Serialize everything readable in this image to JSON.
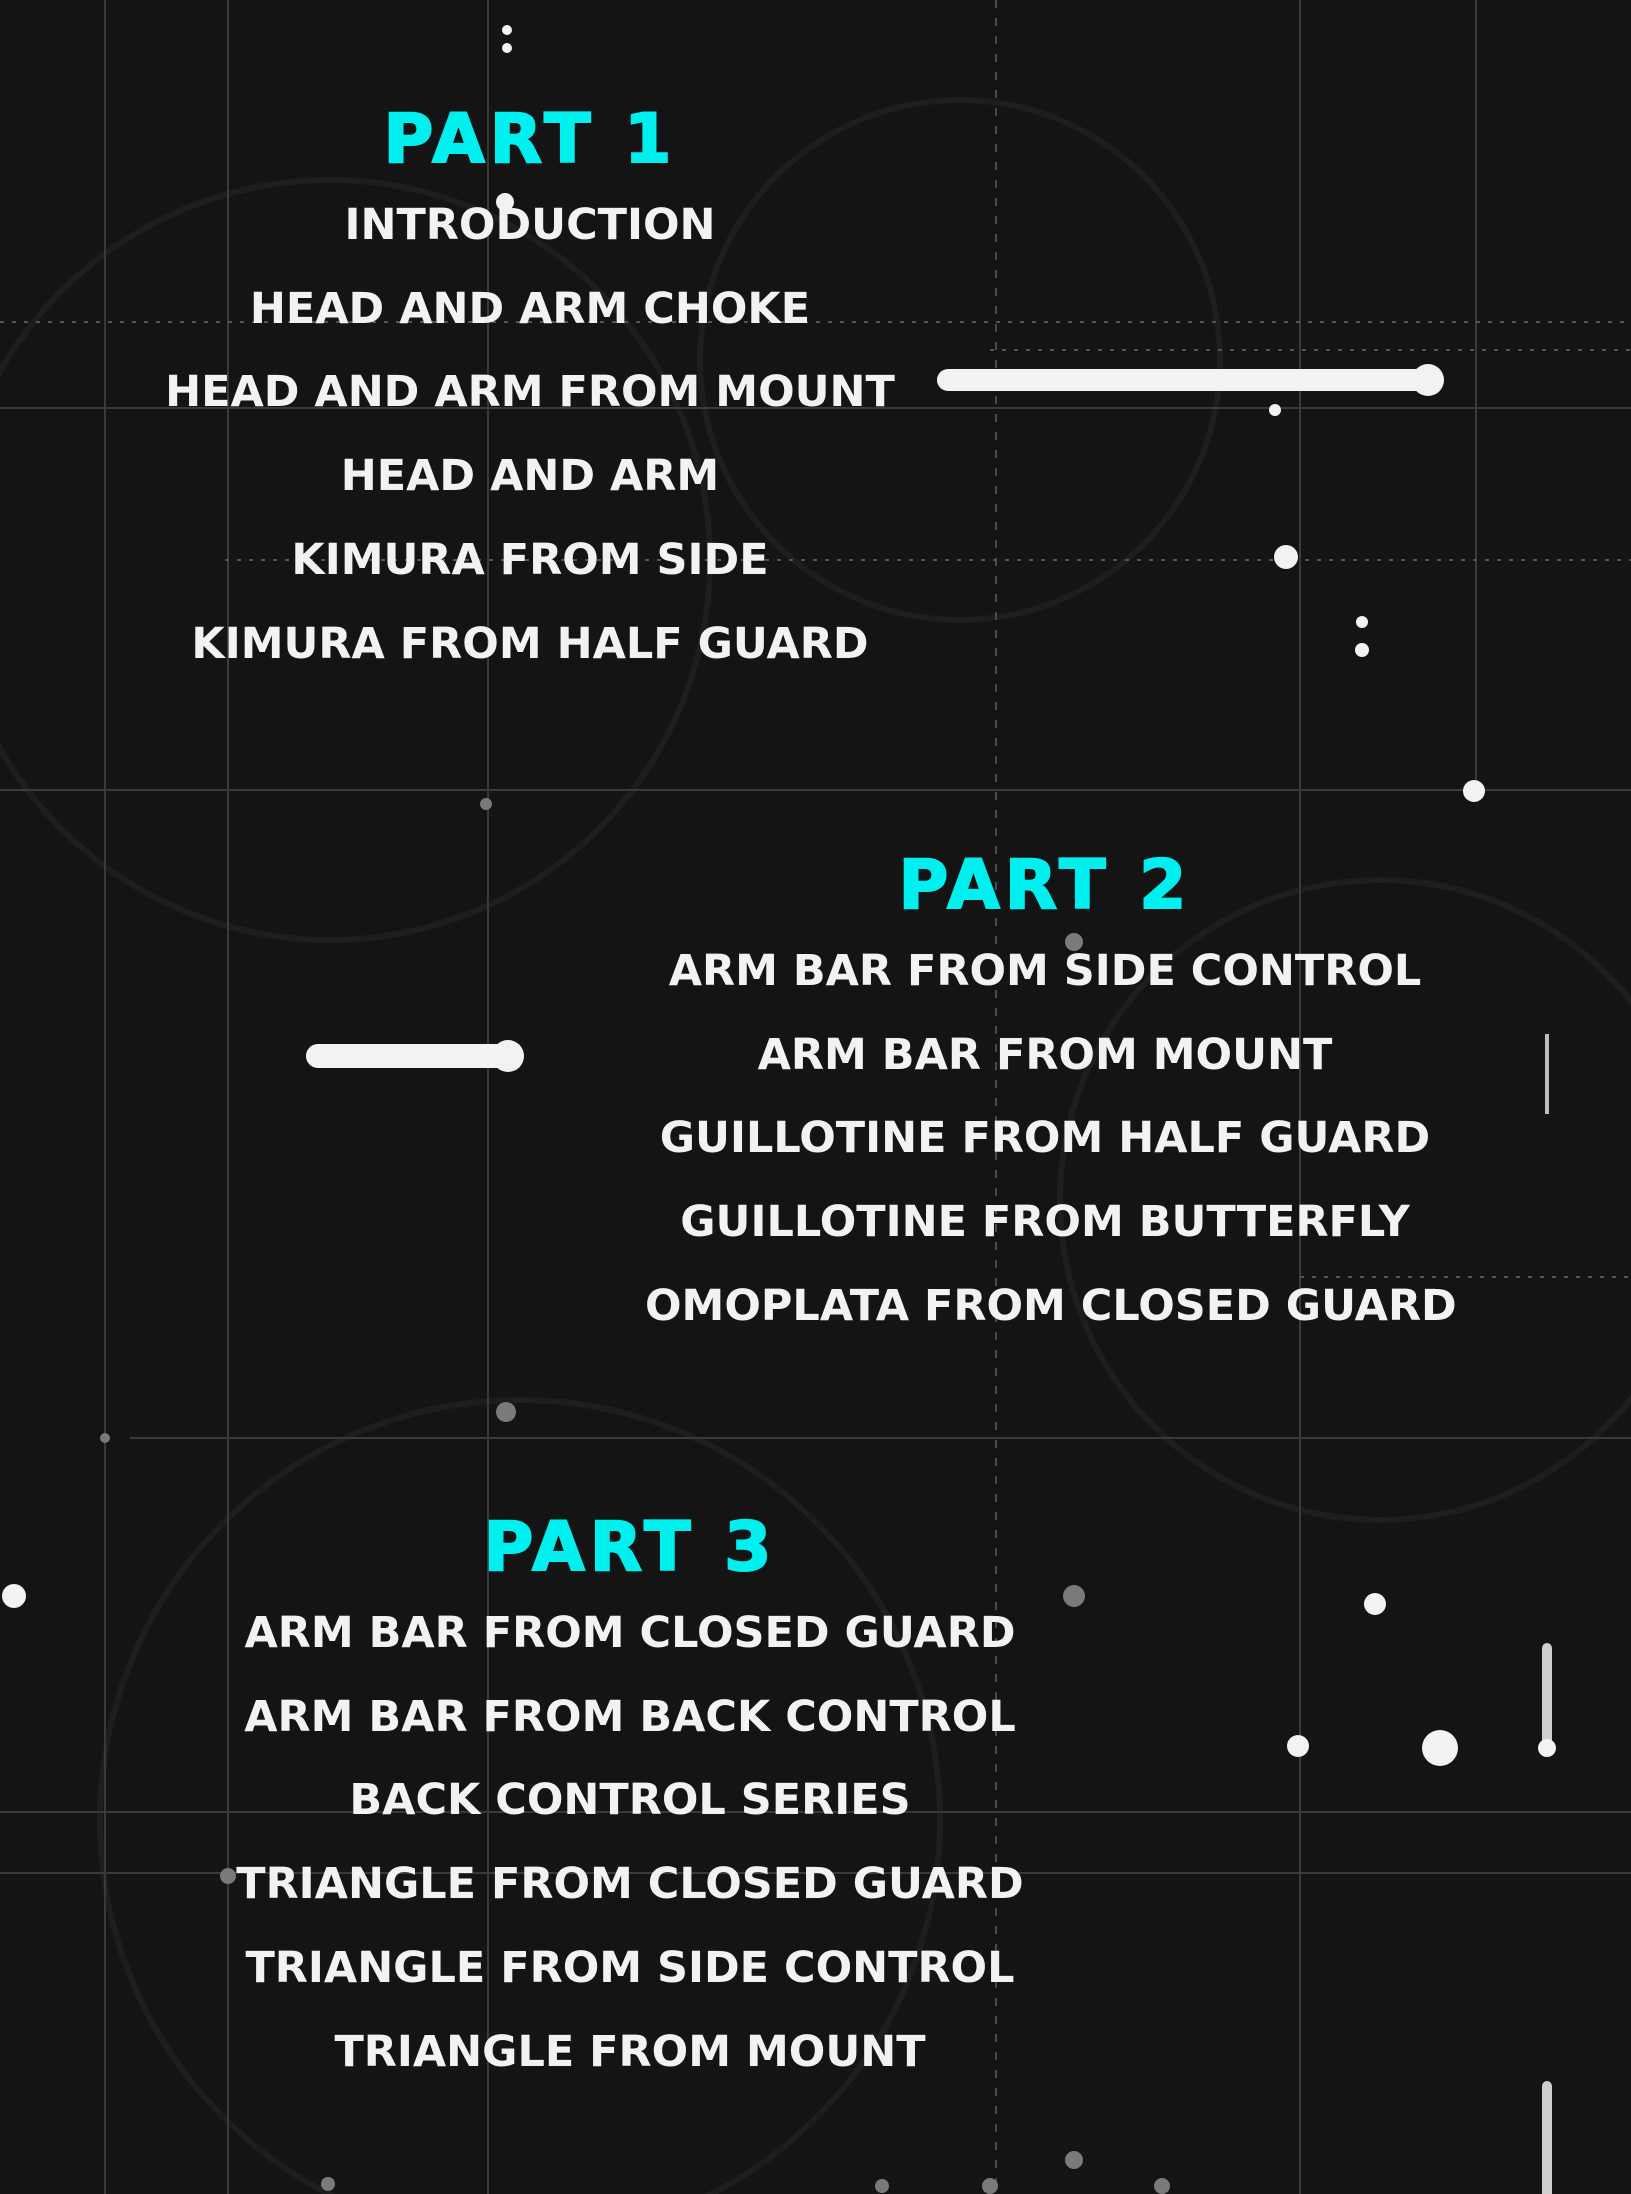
{
  "theme": {
    "background": "#141414",
    "accent": "#00f0f0",
    "text": "#f2f2f2"
  },
  "sections": [
    {
      "title": "PART 1",
      "items": [
        "INTRODUCTION",
        "HEAD AND ARM CHOKE",
        "HEAD AND ARM FROM MOUNT",
        "HEAD AND ARM",
        "KIMURA FROM SIDE",
        "KIMURA FROM HALF GUARD"
      ]
    },
    {
      "title": "PART 2",
      "items": [
        "ARM BAR FROM SIDE CONTROL",
        "ARM BAR FROM MOUNT",
        "GUILLOTINE FROM HALF GUARD",
        "GUILLOTINE FROM BUTTERFLY",
        "OMOPLATA FROM CLOSED GUARD"
      ]
    },
    {
      "title": "PART 3",
      "items": [
        "ARM BAR FROM CLOSED GUARD",
        "ARM BAR FROM BACK CONTROL",
        "BACK CONTROL SERIES",
        "TRIANGLE FROM CLOSED GUARD",
        "TRIANGLE FROM SIDE CONTROL",
        "TRIANGLE FROM MOUNT"
      ]
    }
  ]
}
